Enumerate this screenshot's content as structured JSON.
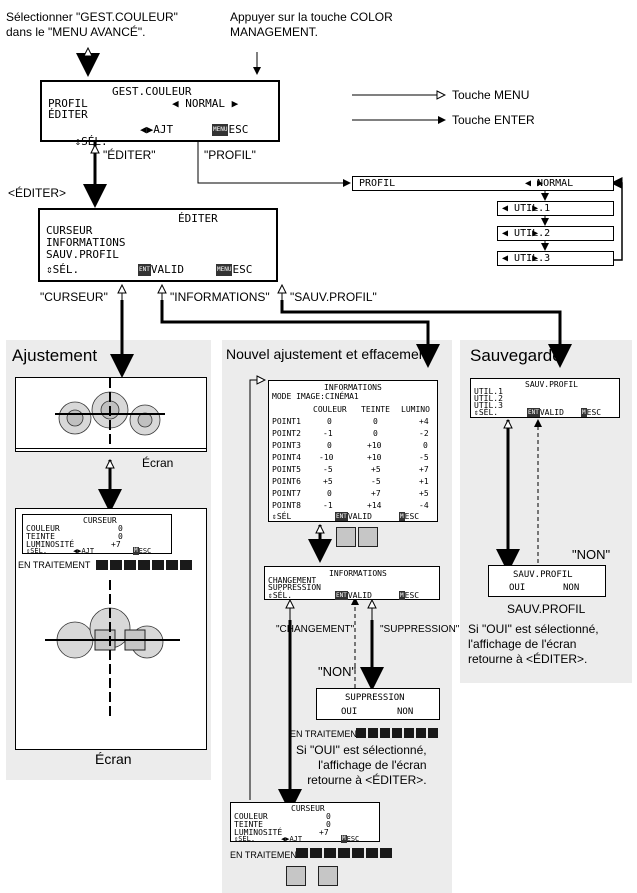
{
  "notes": {
    "select_line1": "Sélectionner \"GEST.COULEUR\"",
    "select_line2": "dans le \"MENU AVANCÉ\".",
    "press_line1": "Appuyer sur la touche COLOR",
    "press_line2": "MANAGEMENT.",
    "menu_key": "Touche MENU",
    "enter_key": "Touche ENTER"
  },
  "gest": {
    "title": "GEST.COULEUR",
    "profil": "PROFIL",
    "profil_value": "NORMAL",
    "editer": "ÉDITER",
    "sel": "SÉL.",
    "ajt": "AJT",
    "esc": "ESC"
  },
  "labels": {
    "editer_q": "\"ÉDITER\"",
    "profil_q": "\"PROFIL\"",
    "editer_tag": "<ÉDITER>",
    "curseur_q": "\"CURSEUR\"",
    "informations_q": "\"INFORMATIONS\"",
    "sauv_q": "\"SAUV.PROFIL\"",
    "changement_q": "\"CHANGEMENT\"",
    "suppression_q": "\"SUPPRESSION\"",
    "non_q1": "\"NON\"",
    "non_q2": "\"NON\"",
    "ecran1": "Écran",
    "ecran2": "Écran",
    "en_traitement1": "EN TRAITEMENT",
    "en_traitement2": "EN TRAITEMENT",
    "en_traitement3": "EN TRAITEMENT"
  },
  "profil_chain": {
    "label": "PROFIL",
    "options": [
      "NORMAL",
      "UTIL.1",
      "UTIL.2",
      "UTIL.3"
    ]
  },
  "editer_menu": {
    "title": "ÉDITER",
    "items": [
      "CURSEUR",
      "INFORMATIONS",
      "SAUV.PROFIL"
    ],
    "sel": "SÉL.",
    "valid": "VALID",
    "esc": "ESC"
  },
  "sections": {
    "ajustement": "Ajustement",
    "nouvel": "Nouvel ajustement et effacement",
    "sauvegarde": "Sauvegarde"
  },
  "curseur_screen": {
    "title": "CURSEUR",
    "rows": [
      {
        "label": "COULEUR",
        "value": "0"
      },
      {
        "label": "TEINTE",
        "value": "0"
      },
      {
        "label": "LUMINOSITÉ",
        "value": "+7"
      }
    ],
    "sel": "SÉL.",
    "ajt": "AJT",
    "esc": "ESC"
  },
  "info_table": {
    "title": "INFORMATIONS",
    "mode": "MODE IMAGE:CINÉMA1",
    "headers": [
      "COULEUR",
      "TEINTE",
      "LUMINO"
    ],
    "rows": [
      {
        "name": "POINT1",
        "c": "0",
        "t": "0",
        "l": "+4"
      },
      {
        "name": "POINT2",
        "c": "-1",
        "t": "0",
        "l": "-2"
      },
      {
        "name": "POINT3",
        "c": "0",
        "t": "+10",
        "l": "0"
      },
      {
        "name": "POINT4",
        "c": "-10",
        "t": "+10",
        "l": "-5"
      },
      {
        "name": "POINT5",
        "c": "-5",
        "t": "+5",
        "l": "+7"
      },
      {
        "name": "POINT6",
        "c": "+5",
        "t": "-5",
        "l": "+1"
      },
      {
        "name": "POINT7",
        "c": "0",
        "t": "+7",
        "l": "+5"
      },
      {
        "name": "POINT8",
        "c": "-1",
        "t": "+14",
        "l": "-4"
      }
    ],
    "sel": "SÉL",
    "valid": "VALID",
    "esc": "ESC"
  },
  "info_menu": {
    "title": "INFORMATIONS",
    "items": [
      "CHANGEMENT",
      "SUPPRESSION"
    ],
    "sel": "SÉL.",
    "valid": "VALID",
    "esc": "ESC"
  },
  "suppression": {
    "title": "SUPPRESSION",
    "oui": "OUI",
    "non": "NON"
  },
  "sauv_screen": {
    "title": "SAUV.PROFIL",
    "items": [
      "UTIL.1",
      "UTIL.2",
      "UTIL.3"
    ],
    "sel": "SÉL.",
    "valid": "VALID",
    "esc": "ESC"
  },
  "sauv_confirm": {
    "title": "SAUV.PROFIL",
    "oui": "OUI",
    "non": "NON",
    "caption": "SAUV.PROFIL"
  },
  "captions": {
    "sup_line1": "Si \"OUI\" est sélectionné,",
    "sup_line2": "l'affichage de l'écran",
    "sup_line3": "retourne à <ÉDITER>.",
    "sauv_line1": "Si \"OUI\" est sélectionné,",
    "sauv_line2": "l'affichage de l'écran",
    "sauv_line3": "retourne à <ÉDITER>."
  },
  "icons": [
    "updown-arrow-icon",
    "leftright-arrow-icon",
    "menu-key-icon",
    "enter-key-icon",
    "rose-image-icon",
    "crosshair-icon"
  ]
}
